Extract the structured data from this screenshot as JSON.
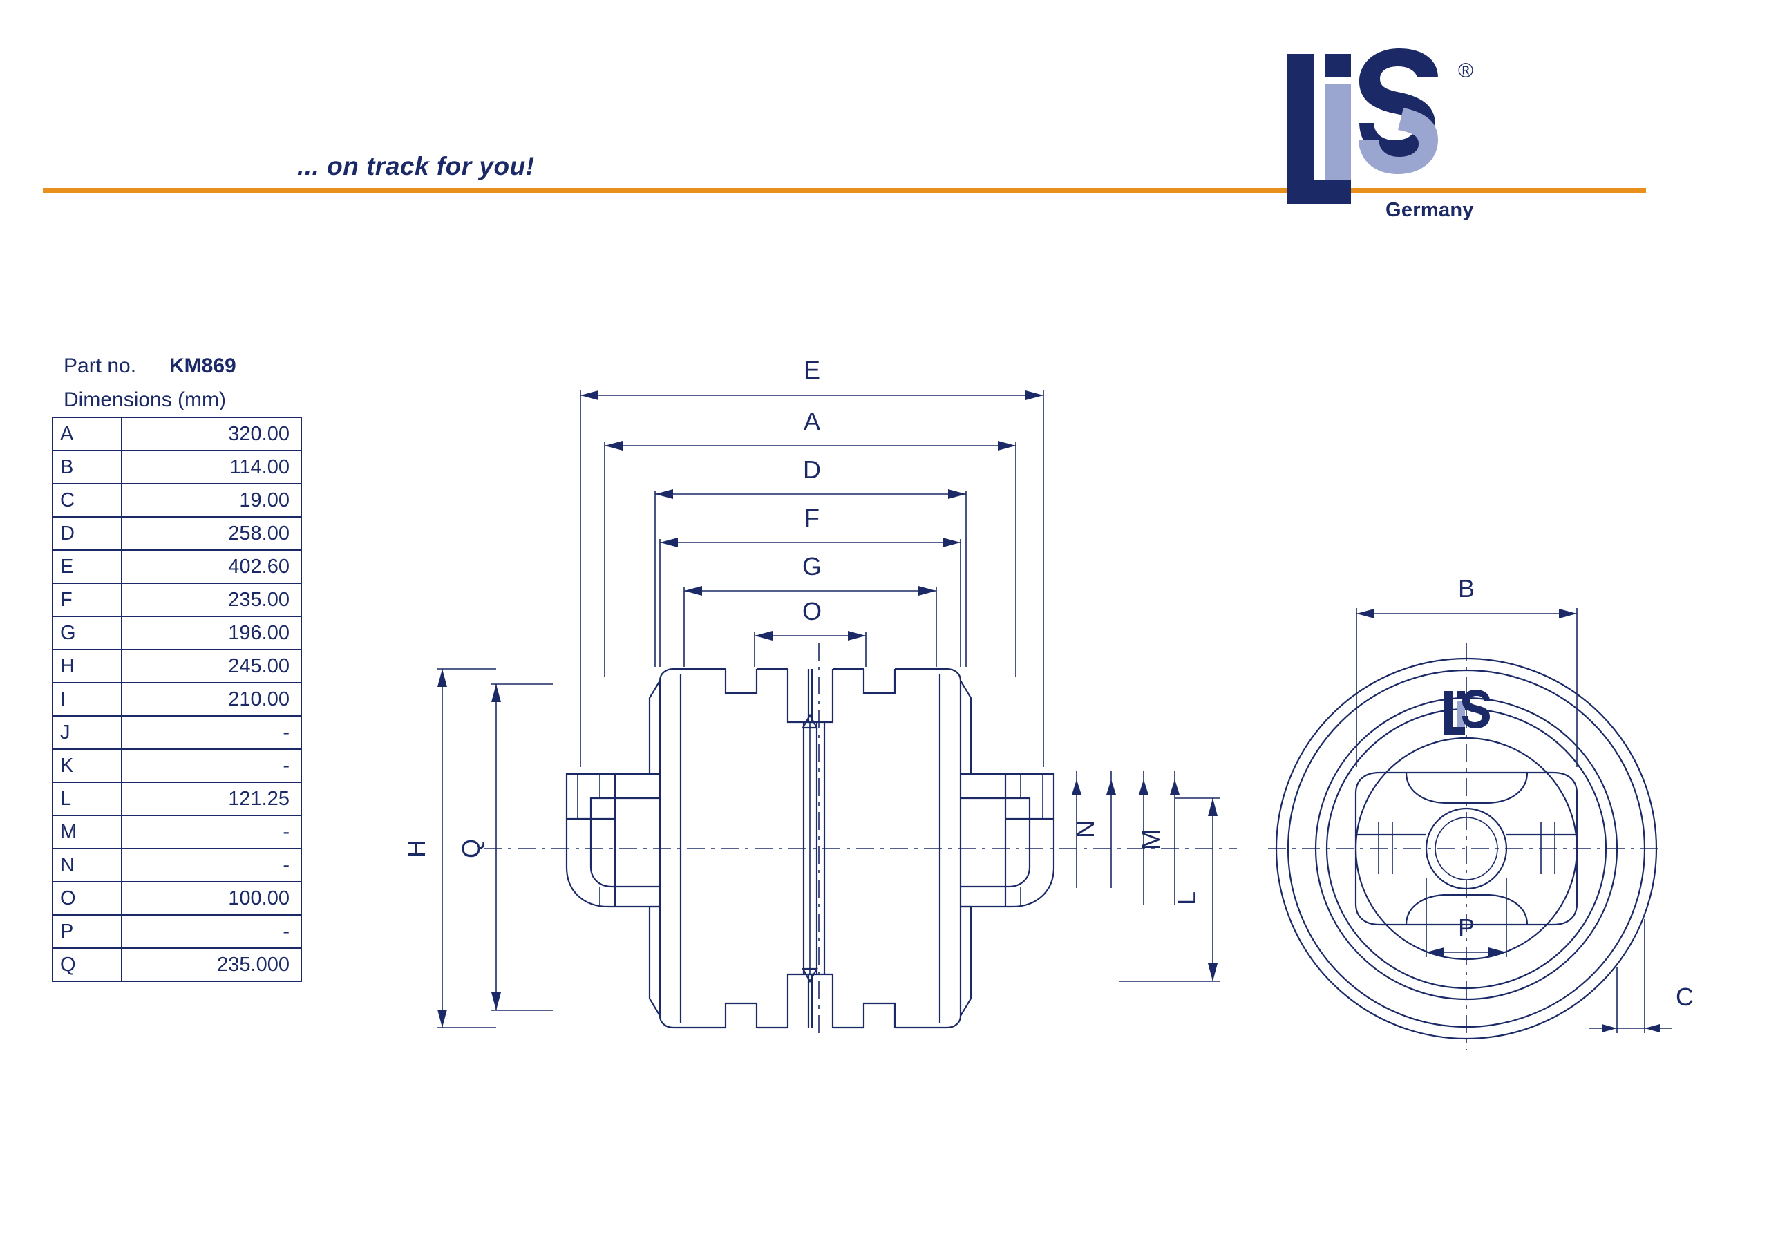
{
  "header": {
    "tagline": "... on track for you!",
    "logo_text": "LIS",
    "logo_country": "Germany",
    "registered_mark": "®",
    "rule_color": "#e8901b",
    "brand_color": "#1b2a66"
  },
  "part": {
    "label": "Part no.",
    "number": "KM869",
    "dimensions_caption": "Dimensions (mm)"
  },
  "dimension_table": {
    "rows": [
      {
        "key": "A",
        "value": "320.00"
      },
      {
        "key": "B",
        "value": "114.00"
      },
      {
        "key": "C",
        "value": "19.00"
      },
      {
        "key": "D",
        "value": "258.00"
      },
      {
        "key": "E",
        "value": "402.60"
      },
      {
        "key": "F",
        "value": "235.00"
      },
      {
        "key": "G",
        "value": "196.00"
      },
      {
        "key": "H",
        "value": "245.00"
      },
      {
        "key": "I",
        "value": "210.00"
      },
      {
        "key": "J",
        "value": "-"
      },
      {
        "key": "K",
        "value": "-"
      },
      {
        "key": "L",
        "value": "121.25"
      },
      {
        "key": "M",
        "value": "-"
      },
      {
        "key": "N",
        "value": "-"
      },
      {
        "key": "O",
        "value": "100.00"
      },
      {
        "key": "P",
        "value": "-"
      },
      {
        "key": "Q",
        "value": "235.000"
      }
    ]
  },
  "drawing": {
    "side_view_labels": {
      "E": "E",
      "A": "A",
      "D": "D",
      "F": "F",
      "G": "G",
      "O": "O",
      "H": "H",
      "Q": "Q",
      "N": "N",
      "M": "M",
      "L": "L"
    },
    "front_view_labels": {
      "B": "B",
      "P": "P",
      "C": "C"
    },
    "hub_logo_text": "LIS"
  }
}
